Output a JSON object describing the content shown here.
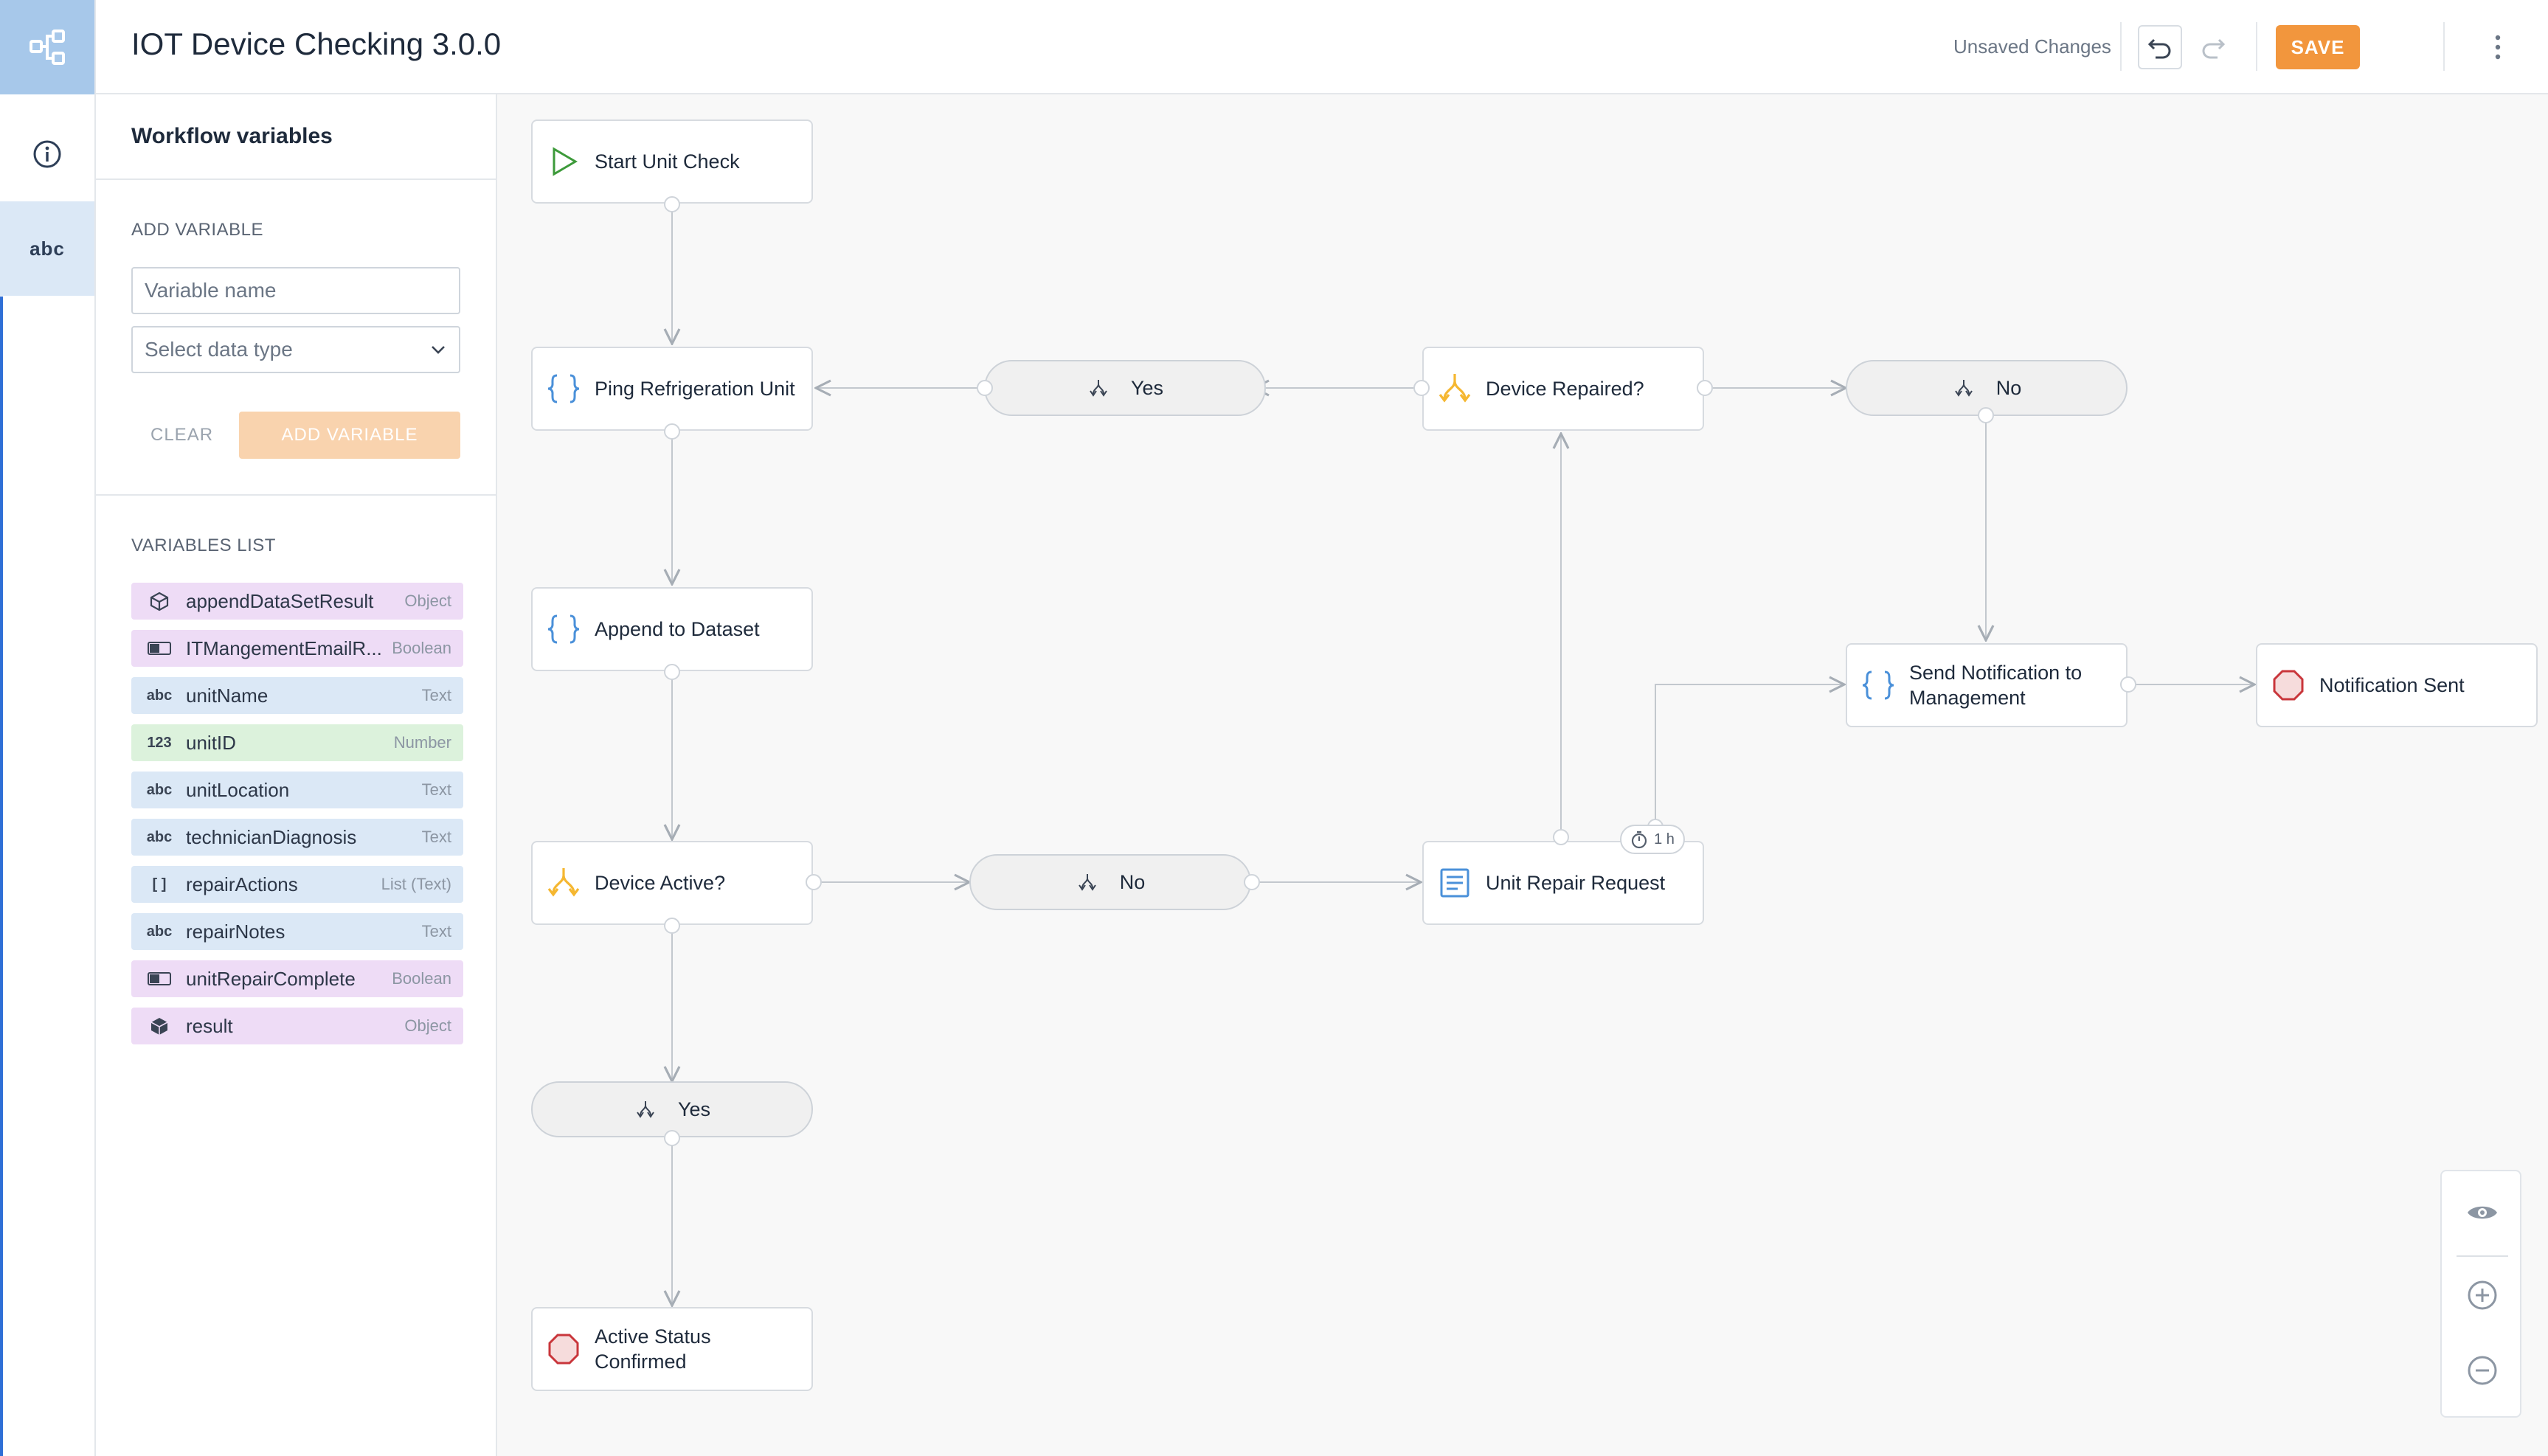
{
  "app": {
    "title": "IOT Device Checking 3.0.0",
    "unsaved_label": "Unsaved Changes",
    "save_label": "SAVE"
  },
  "rail": {
    "vars_icon_text": "abc"
  },
  "panel": {
    "title": "Workflow variables",
    "add_section_label": "ADD VARIABLE",
    "name_placeholder": "Variable name",
    "type_placeholder": "Select data type",
    "clear_label": "CLEAR",
    "add_label": "ADD VARIABLE",
    "list_section_label": "VARIABLES LIST",
    "variables": [
      {
        "name": "appendDataSetResult",
        "type": "Object",
        "icon": "cube-outline-icon"
      },
      {
        "name": "ITMangementEmailR...",
        "type": "Boolean",
        "icon": "toggle-icon"
      },
      {
        "name": "unitName",
        "type": "Text",
        "icon": "text-icon",
        "icon_text": "abc"
      },
      {
        "name": "unitID",
        "type": "Number",
        "icon": "number-icon",
        "icon_text": "123"
      },
      {
        "name": "unitLocation",
        "type": "Text",
        "icon": "text-icon",
        "icon_text": "abc"
      },
      {
        "name": "technicianDiagnosis",
        "type": "Text",
        "icon": "text-icon",
        "icon_text": "abc"
      },
      {
        "name": "repairActions",
        "type": "List (Text)",
        "icon": "list-icon",
        "icon_text": "[ ]"
      },
      {
        "name": "repairNotes",
        "type": "Text",
        "icon": "text-icon",
        "icon_text": "abc"
      },
      {
        "name": "unitRepairComplete",
        "type": "Boolean",
        "icon": "toggle-icon"
      },
      {
        "name": "result",
        "type": "Object",
        "icon": "cube-solid-icon"
      }
    ]
  },
  "workflow": {
    "nodes": {
      "start": {
        "label": "Start Unit Check",
        "icon": "play-icon"
      },
      "ping": {
        "label": "Ping Refrigeration Unit",
        "icon": "braces-icon"
      },
      "append": {
        "label": "Append to Dataset",
        "icon": "braces-icon"
      },
      "device_active": {
        "label": "Device Active?",
        "icon": "branch-icon"
      },
      "active_confirmed": {
        "label": "Active Status Confirmed",
        "icon": "stop-icon"
      },
      "device_repaired": {
        "label": "Device Repaired?",
        "icon": "branch-icon"
      },
      "repair_request": {
        "label": "Unit Repair Request",
        "icon": "form-icon"
      },
      "send_notification": {
        "label": "Send Notification to Management",
        "icon": "braces-icon"
      },
      "notification_sent": {
        "label": "Notification Sent",
        "icon": "stop-icon"
      }
    },
    "conditions": {
      "repaired_yes": "Yes",
      "repaired_no": "No",
      "active_no": "No",
      "active_yes": "Yes"
    },
    "timer_label": "1 h"
  },
  "colors": {
    "accent": "#f2963d",
    "accent_disabled": "#f9d3ae",
    "rail_active": "#a7c8ea",
    "decision_yellow": "#f5b731",
    "start_green": "#3d9a3a",
    "stop_red": "#c9363b",
    "braces_blue": "#4a90d9"
  }
}
